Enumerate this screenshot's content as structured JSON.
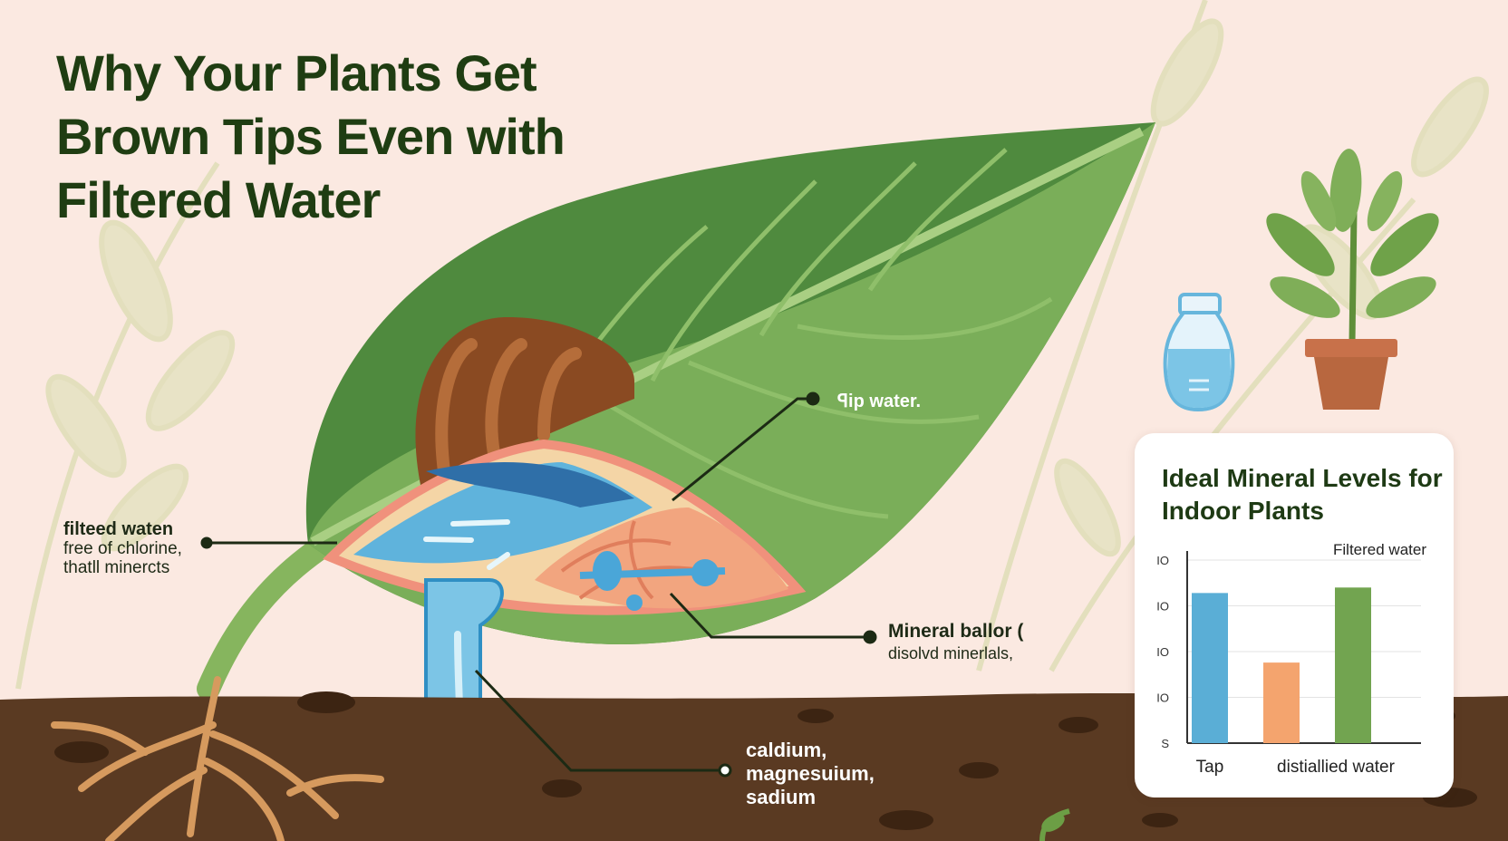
{
  "title": "Why Your Plants Get Brown Tips Even with Filtered Water",
  "callouts": {
    "filtered": {
      "head": "filteed waten",
      "line2": "free of chlorine,",
      "line3": "thatll minercts"
    },
    "tap": "ꟼip water.",
    "mineral": {
      "head": "Mineral ballor (",
      "line2": "disolvd minerlals,"
    },
    "minerals_list": [
      "caldium,",
      "magnesuium,",
      "sadium"
    ]
  },
  "chart_card": {
    "title": "Ideal Mineral Levels for Indoor Plants",
    "chart_data": {
      "type": "bar",
      "title": "Ideal Mineral Levels for Indoor Plants",
      "y_tick_labels": [
        "IO",
        "IO",
        "IO",
        "IO",
        "S"
      ],
      "legend_label": "Filtered water",
      "x_tick_labels": [
        "Tap",
        "distiallied water"
      ],
      "bars": [
        {
          "value": 0.82,
          "color": "#5aaed6"
        },
        {
          "value": 0.44,
          "color": "#f4a46e"
        },
        {
          "value": 0.85,
          "color": "#72a450"
        }
      ],
      "ylim": [
        0,
        1
      ],
      "grid": true
    }
  },
  "colors": {
    "background": "#fbe9e1",
    "leaf_dark": "#4f8a3e",
    "leaf_light": "#7aae59",
    "soil": "#5a3a22",
    "water": "#5fb3dc",
    "title": "#1f3d12"
  },
  "icons": [
    "water-jar-icon",
    "potted-plant-icon",
    "sprout-icon"
  ]
}
